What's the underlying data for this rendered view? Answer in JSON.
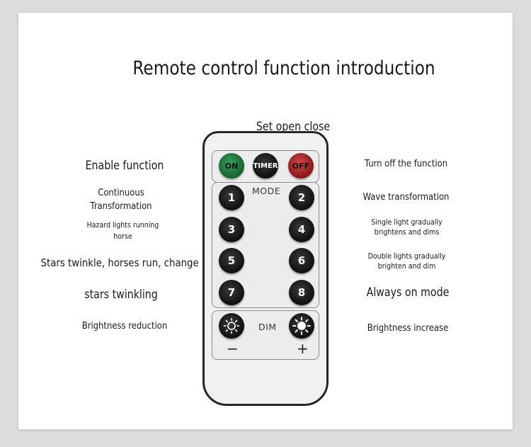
{
  "title": "Remote control function introduction",
  "remote_top_label": "Set open close",
  "left_labels": {
    "enable": "Enable function",
    "continuous_1": "Continuous",
    "continuous_2": "Transformation",
    "hazard_1": "Hazard lights running",
    "hazard_2": "horse",
    "stars_run": "Stars twinkle, horses run, change",
    "stars_twinkling": "stars twinkling",
    "brightness_reduction": "Brightness reduction"
  },
  "right_labels": {
    "turn_off": "Turn off the function",
    "wave": "Wave transformation",
    "single_light": "Single light gradually brightens and dims",
    "double_lights": "Double lights gradually brighten and dim",
    "always_on": "Always on mode",
    "brightness_increase": "Brightness increase"
  },
  "remote": {
    "on_label": "ON",
    "timer_label": "TIMER",
    "off_label": "OFF",
    "mode_label": "MODE",
    "dim_label": "DIM",
    "minus": "−",
    "plus": "+",
    "buttons": [
      "1",
      "2",
      "3",
      "4",
      "5",
      "6",
      "7",
      "8"
    ],
    "colors": {
      "on": "#1f7a3d",
      "off": "#b02124",
      "button": "#1a1a1a"
    }
  }
}
